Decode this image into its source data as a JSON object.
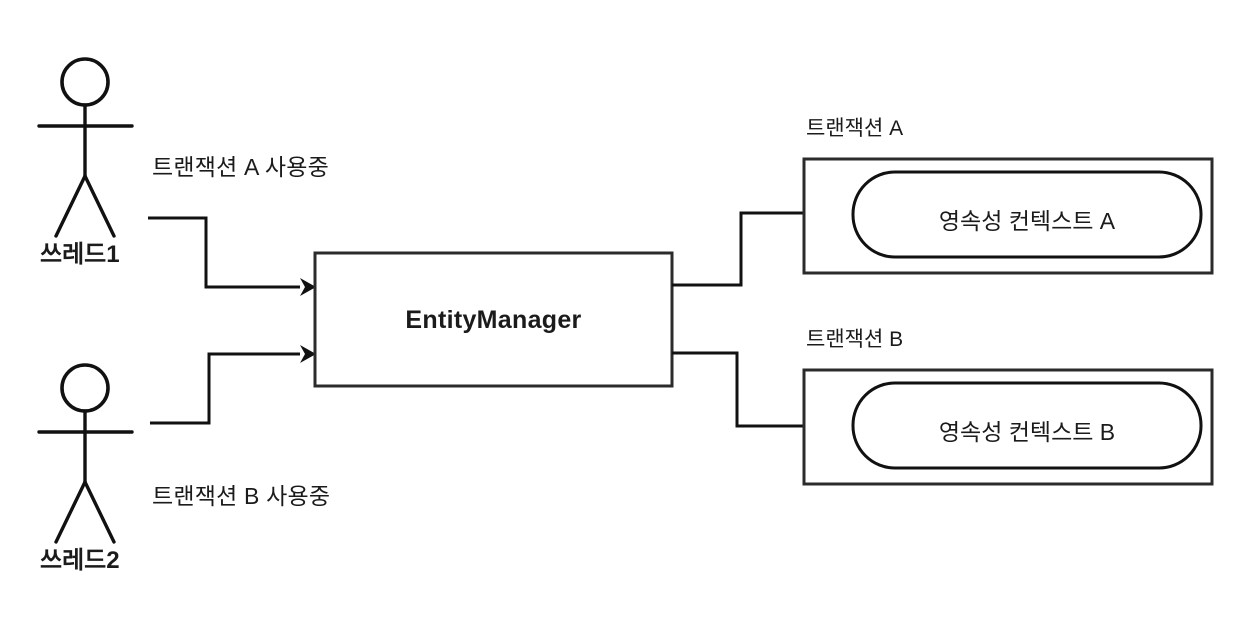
{
  "diagram": {
    "title_text": "EntityManager",
    "background_color": "#ffffff",
    "line_color": "#111111",
    "actors": [
      {
        "id": "thread-1",
        "label": "쓰레드1",
        "flow_label": "트랜잭션 A 사용중"
      },
      {
        "id": "thread-2",
        "label": "쓰레드2",
        "flow_label": "트랜잭션 B 사용중"
      }
    ],
    "entity_manager": {
      "label": "EntityManager"
    },
    "transactions": [
      {
        "id": "transaction-a",
        "title": "트랜잭션 A",
        "context_label": "영속성 컨텍스트 A"
      },
      {
        "id": "transaction-b",
        "title": "트랜잭션 B",
        "context_label": "영속성 컨텍스트 B"
      }
    ],
    "connections": [
      {
        "id": "thread1-to-entitymanager",
        "from": "쓰레드1",
        "to": "EntityManager",
        "label": "트랜잭션 A 사용중"
      },
      {
        "id": "thread2-to-entitymanager",
        "from": "쓰레드2",
        "to": "EntityManager",
        "label": "트랜잭션 B 사용중"
      },
      {
        "id": "entitymanager-to-context-a",
        "from": "EntityManager",
        "to": "영속성 컨텍스트 A",
        "label": ""
      },
      {
        "id": "entitymanager-to-context-b",
        "from": "EntityManager",
        "to": "영속성 컨텍스트 B",
        "label": ""
      }
    ]
  }
}
